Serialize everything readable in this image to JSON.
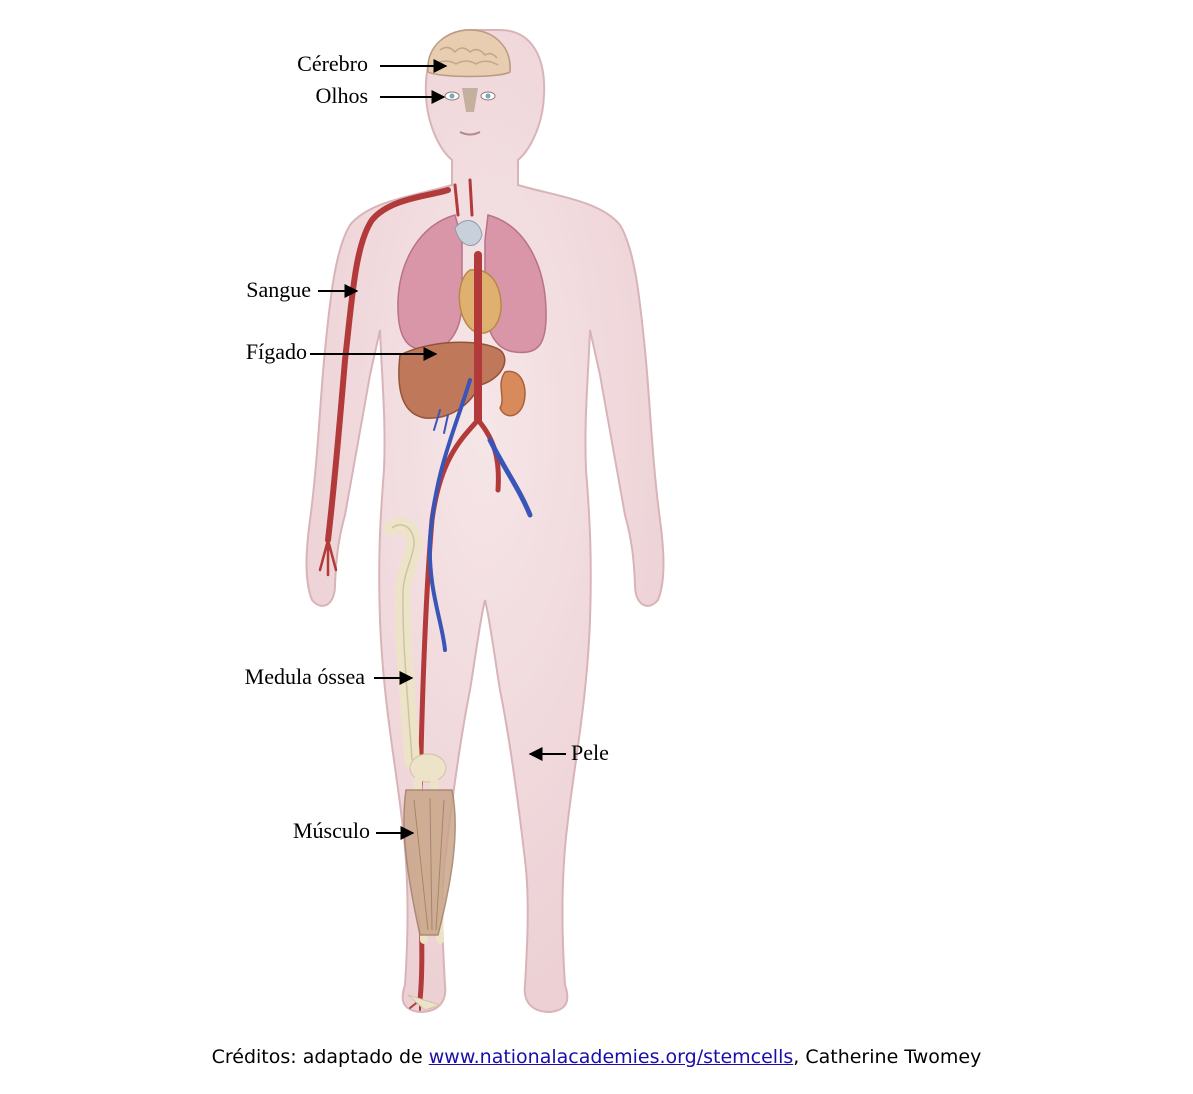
{
  "labels": {
    "brain": "Cérebro",
    "eyes": "Olhos",
    "blood": "Sangue",
    "liver": "Fígado",
    "marrow": "Medula óssea",
    "skin": "Pele",
    "muscle": "Músculo"
  },
  "credits": {
    "prefix": "Créditos: adaptado de ",
    "link": "www.nationalacademies.org/stemcells",
    "suffix": ", Catherine Twomey"
  },
  "colors": {
    "skin": "#f1dadd",
    "skin_outline": "#d8b4b9",
    "artery": "#b23a3a",
    "vein": "#3a55b8",
    "lung": "#d896a8",
    "liver": "#c0785a",
    "heart": "#e0b070",
    "bone": "#ede3c8",
    "muscle": "#c9a58a",
    "brain": "#e8cdb0"
  }
}
